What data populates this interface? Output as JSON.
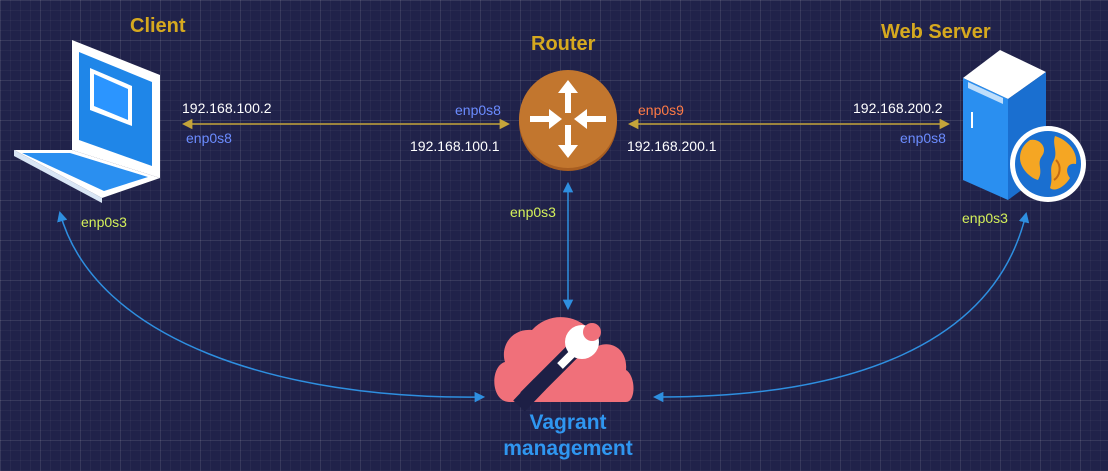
{
  "colors": {
    "background": "#20224a",
    "title": "#d6a91f",
    "ip_text": "#ffffff",
    "iface_blue": "#6b8cff",
    "iface_orange": "#ff7a45",
    "iface_green": "#d4f05a",
    "link_line": "#c4a43a",
    "mgmt_line": "#2e8fe0",
    "router_fill": "#c2762e",
    "cloud_fill": "#f0707a",
    "mgmt_text": "#2f96f0"
  },
  "nodes": {
    "client": {
      "title": "Client",
      "icon": "laptop-icon"
    },
    "router": {
      "title": "Router",
      "icon": "router-icon"
    },
    "web_server": {
      "title": "Web Server",
      "icon": "server-globe-icon"
    },
    "vagrant": {
      "line1": "Vagrant",
      "line2": "management",
      "icon": "cloud-wrench-icon"
    }
  },
  "links": {
    "client_router": {
      "client_ip": "192.168.100.2",
      "client_iface": "enp0s8",
      "router_iface": "enp0s8",
      "router_ip": "192.168.100.1"
    },
    "router_server": {
      "router_iface": "enp0s9",
      "router_ip": "192.168.200.1",
      "server_ip": "192.168.200.2",
      "server_iface": "enp0s8"
    },
    "management": {
      "client_iface": "enp0s3",
      "router_iface": "enp0s3",
      "server_iface": "enp0s3"
    }
  }
}
